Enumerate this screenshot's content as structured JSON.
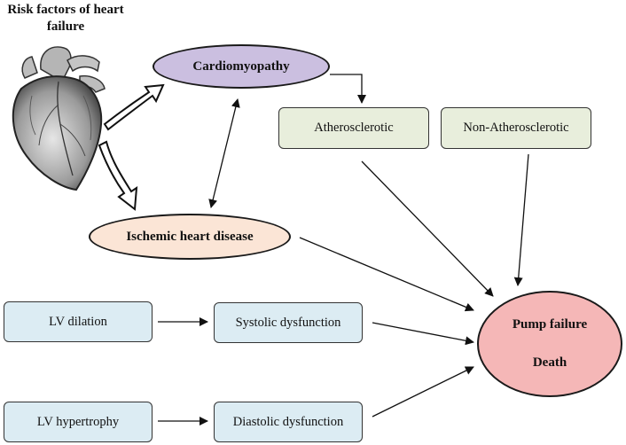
{
  "title": "Risk factors of heart failure",
  "nodes": {
    "cardiomyopathy": "Cardiomyopathy",
    "ischemic": "Ischemic heart disease",
    "atherosclerotic": "Atherosclerotic",
    "non_atherosclerotic": "Non-Atherosclerotic",
    "lv_dilation": "LV dilation",
    "systolic": "Systolic dysfunction",
    "lv_hypertrophy": "LV hypertrophy",
    "diastolic": "Diastolic dysfunction",
    "pump_failure": "Pump failure",
    "death": "Death"
  },
  "colors": {
    "cardiomyopathy_fill": "#cbbfe0",
    "ischemic_fill": "#fbe5d6",
    "pump_fill": "#f5b7b7",
    "green_box_fill": "#e8eedc",
    "blue_box_fill": "#dcecf3"
  },
  "icons": {
    "heart": "anatomical-heart-illustration"
  }
}
